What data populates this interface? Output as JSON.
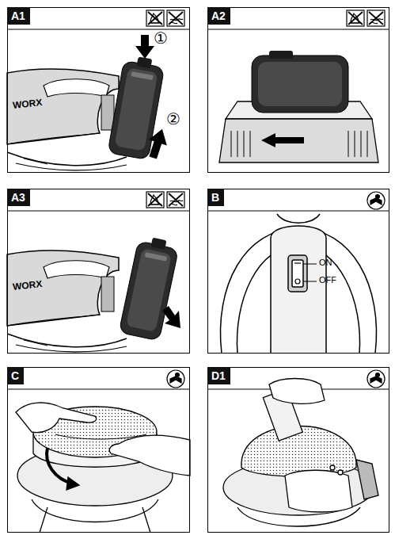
{
  "diagram": {
    "nodes": [
      {
        "text": [
          "A1"
        ]
      },
      {
        "text": [
          "A2"
        ]
      },
      {
        "text": [
          "A3"
        ]
      },
      {
        "text": [
          "B"
        ]
      },
      {
        "text": [
          "C"
        ]
      },
      {
        "text": [
          "D1"
        ]
      }
    ],
    "labels": [
      "①",
      "②",
      "WORX",
      "WORX",
      "ON",
      "OFF"
    ]
  }
}
